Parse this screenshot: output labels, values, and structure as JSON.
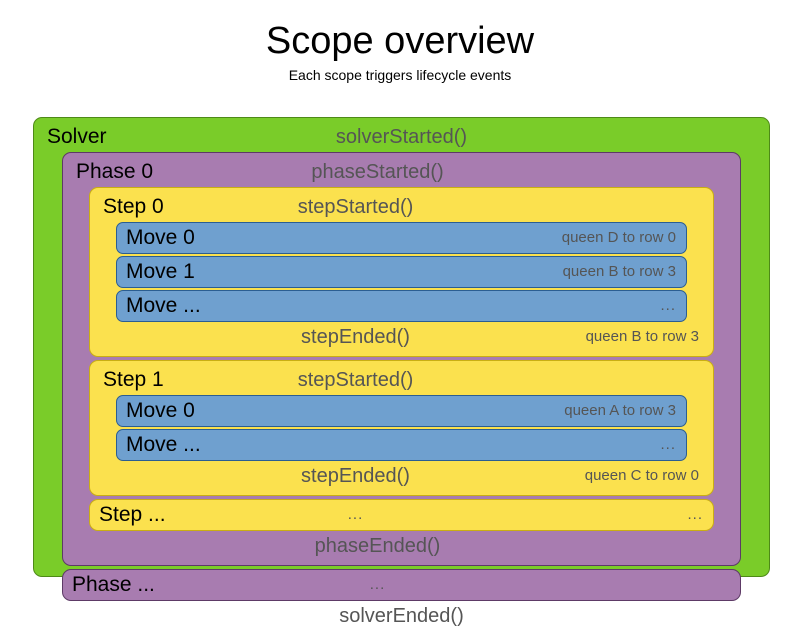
{
  "title": "Scope overview",
  "subtitle": "Each scope triggers lifecycle events",
  "colors": {
    "solver": "#7ACC29",
    "phase": "#A87CB0",
    "step": "#FBE14E",
    "move": "#6FA0CF",
    "event_text": "#555555",
    "scope_text": "#000000",
    "background": "#FFFFFF"
  },
  "diagram": {
    "solver": {
      "name": "Solver",
      "started_event": "solverStarted()",
      "ended_event": "solverEnded()",
      "phases": [
        {
          "name": "Phase 0",
          "started_event": "phaseStarted()",
          "ended_event": "phaseEnded()",
          "steps": [
            {
              "name": "Step 0",
              "started_event": "stepStarted()",
              "ended_event": "stepEnded()",
              "ended_detail": "queen B to row 3",
              "moves": [
                {
                  "name": "Move 0",
                  "detail": "queen D to row 0"
                },
                {
                  "name": "Move 1",
                  "detail": "queen B to row 3"
                },
                {
                  "name": "Move ...",
                  "detail": "..."
                }
              ]
            },
            {
              "name": "Step 1",
              "started_event": "stepStarted()",
              "ended_event": "stepEnded()",
              "ended_detail": "queen C to row 0",
              "moves": [
                {
                  "name": "Move 0",
                  "detail": "queen A to row 3"
                },
                {
                  "name": "Move ...",
                  "detail": "..."
                }
              ]
            }
          ],
          "step_ellipsis": {
            "name": "Step ...",
            "center": "...",
            "right": "..."
          }
        }
      ],
      "phase_ellipsis": {
        "name": "Phase ...",
        "center": "..."
      }
    }
  }
}
